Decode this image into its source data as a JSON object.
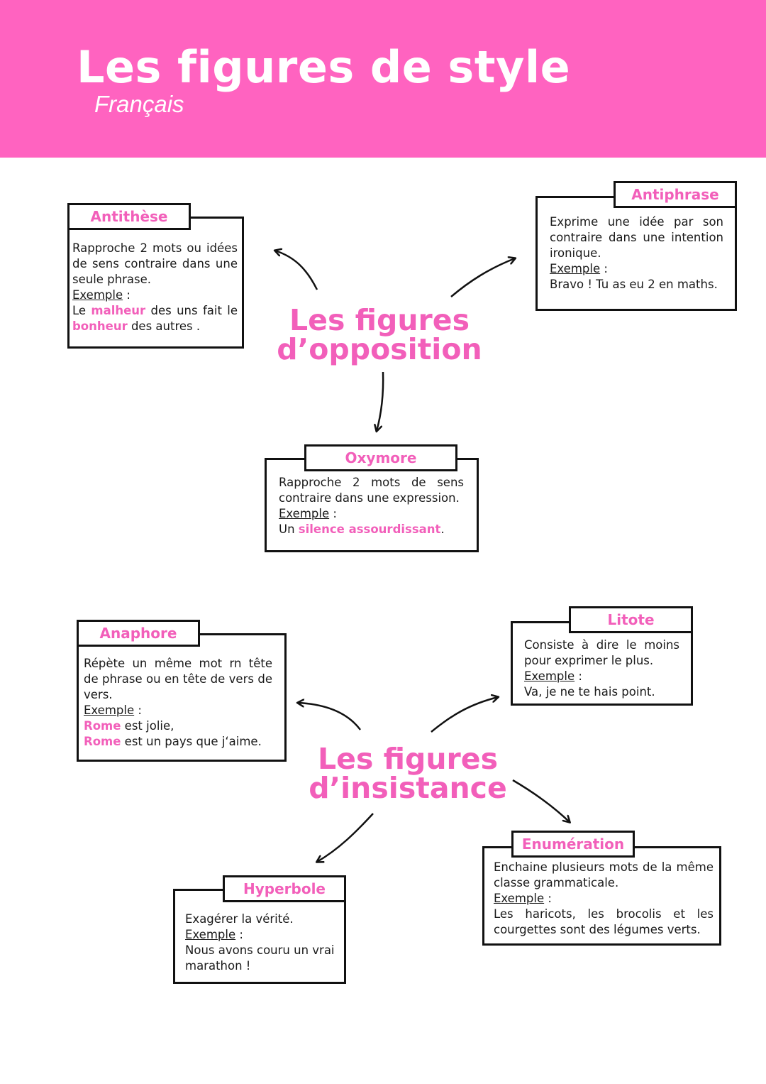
{
  "header": {
    "title": "Les figures de style",
    "subtitle": "Français"
  },
  "opposition": {
    "title_line1": "Les figures",
    "title_line2": "d’opposition",
    "antithese": {
      "label": "Antithèse",
      "definition": "Rapproche 2 mots ou idées de sens contraire dans une seule phrase.",
      "example_label": "Exemple",
      "ex_part1": "Le ",
      "ex_hl1": "malheur",
      "ex_part2": " des uns fait le ",
      "ex_hl2": "bonheur",
      "ex_part3": " des autres ."
    },
    "antiphrase": {
      "label": "Antiphrase",
      "definition": "Exprime une idée par son contraire dans une intention ironique.",
      "example_label": "Exemple",
      "example": "Bravo ! Tu as eu 2 en maths."
    },
    "oxymore": {
      "label": "Oxymore",
      "definition": "Rapproche 2 mots de sens contraire dans une expression.",
      "example_label": "Exemple",
      "ex_part1": "Un ",
      "ex_hl1": "silence assourdissant",
      "ex_part2": "."
    }
  },
  "insistance": {
    "title_line1": "Les figures",
    "title_line2": "d’insistance",
    "anaphore": {
      "label": "Anaphore",
      "definition": "Répète un même mot rn tête de phrase ou en tête de vers de vers.",
      "example_label": "Exemple",
      "ex1_hl": "Rome",
      "ex1_rest": " est jolie,",
      "ex2_hl": "Rome",
      "ex2_rest": " est un pays que j‘aime."
    },
    "litote": {
      "label": "Litote",
      "definition": "Consiste à dire le moins pour exprimer le plus.",
      "example_label": "Exemple",
      "example": "Va, je ne te hais point."
    },
    "hyperbole": {
      "label": "Hyperbole",
      "definition": "Exagérer la vérité.",
      "example_label": "Exemple",
      "example": "Nous avons couru un vrai marathon !"
    },
    "enumeration": {
      "label": "Enumération",
      "definition": "Enchaine plusieurs mots de la même classe grammaticale.",
      "example_label": "Exemple",
      "example": "Les haricots, les brocolis et les courgettes sont des légumes verts."
    }
  },
  "colors": {
    "header_bg": "#ff63c0",
    "accent": "#f25fba",
    "border": "#111111"
  }
}
